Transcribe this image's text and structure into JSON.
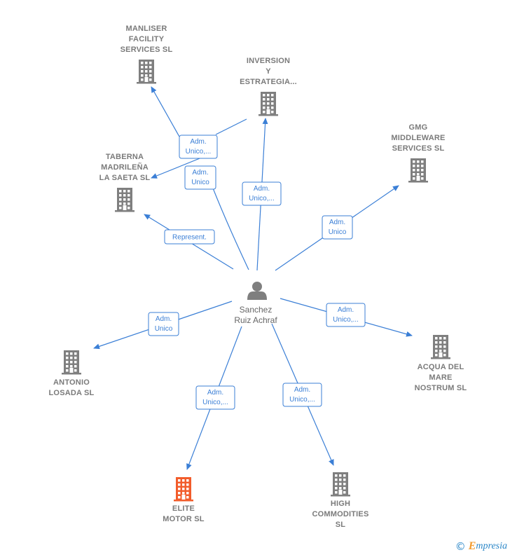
{
  "colors": {
    "edge": "#3b7fd6",
    "building": "#7f7f7f",
    "building_focus": "#f25c2b",
    "label": "#7a7a7a"
  },
  "center": {
    "label_lines": [
      "Sanchez",
      "Ruiz Achraf"
    ],
    "icon": "person-icon"
  },
  "companies": [
    {
      "id": "manliser",
      "label_lines": [
        "MANLISER",
        "FACILITY",
        "SERVICES  SL"
      ],
      "icon": "building-icon"
    },
    {
      "id": "inversion",
      "label_lines": [
        "INVERSION",
        "Y",
        "ESTRATEGIA..."
      ],
      "icon": "building-icon"
    },
    {
      "id": "gmg",
      "label_lines": [
        "GMG",
        "MIDDLEWARE",
        "SERVICES SL"
      ],
      "icon": "building-icon"
    },
    {
      "id": "taberna",
      "label_lines": [
        "TABERNA",
        "MADRILEÑA",
        "LA SAETA  SL"
      ],
      "icon": "building-icon"
    },
    {
      "id": "acqua",
      "label_lines": [
        "ACQUA DEL",
        "MARE",
        "NOSTRUM  SL"
      ],
      "icon": "building-icon"
    },
    {
      "id": "antonio",
      "label_lines": [
        "ANTONIO",
        "LOSADA  SL"
      ],
      "icon": "building-icon"
    },
    {
      "id": "elite",
      "label_lines": [
        "ELITE",
        "MOTOR  SL"
      ],
      "icon": "building-icon",
      "focus": true
    },
    {
      "id": "high",
      "label_lines": [
        "HIGH",
        "COMMODITIES",
        "SL"
      ],
      "icon": "building-icon"
    }
  ],
  "relations": [
    {
      "target": "manliser",
      "role_lines": [
        "Adm.",
        "Unico,..."
      ]
    },
    {
      "target": "inversion",
      "role_lines": [
        "Adm.",
        "Unico,..."
      ]
    },
    {
      "target": "gmg",
      "role_lines": [
        "Adm.",
        "Unico"
      ]
    },
    {
      "target": "taberna",
      "role_lines": [
        "Adm.",
        "Unico"
      ]
    },
    {
      "target": "taberna",
      "role_lines": [
        "Represent."
      ]
    },
    {
      "target": "acqua",
      "role_lines": [
        "Adm.",
        "Unico,..."
      ]
    },
    {
      "target": "antonio",
      "role_lines": [
        "Adm.",
        "Unico"
      ]
    },
    {
      "target": "elite",
      "role_lines": [
        "Adm.",
        "Unico,..."
      ]
    },
    {
      "target": "high",
      "role_lines": [
        "Adm.",
        "Unico,..."
      ]
    }
  ],
  "brand": {
    "copyright": "©",
    "initial": "E",
    "name": "mpresia"
  }
}
